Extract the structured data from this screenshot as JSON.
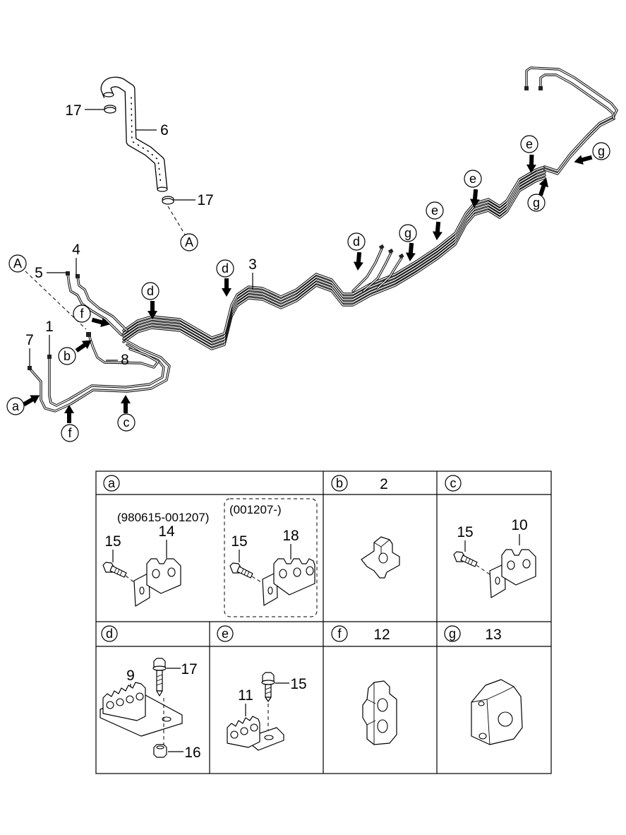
{
  "colors": {
    "ink": "#000000",
    "paper": "#ffffff"
  },
  "main_view": {
    "hose_part": "6",
    "clamp_parts": [
      "17",
      "17"
    ],
    "connector_refs": [
      "A",
      "A"
    ],
    "line_parts": {
      "line_5": "5",
      "line_4": "4",
      "line_7": "7",
      "line_1": "1",
      "line_8": "8",
      "line_3": "3"
    },
    "clip_callouts": [
      "d",
      "f",
      "b",
      "a",
      "f",
      "c",
      "d",
      "d",
      "g",
      "e",
      "e",
      "e",
      "g",
      "g"
    ]
  },
  "detail_table": {
    "a": {
      "letter": "a",
      "old_range": "(980615-001207)",
      "new_range": "(001207-)",
      "old_bolt": "15",
      "old_clip": "14",
      "new_bolt": "15",
      "new_clip": "18"
    },
    "b": {
      "letter": "b",
      "part": "2"
    },
    "c": {
      "letter": "c",
      "bolt": "15",
      "clip": "10"
    },
    "d": {
      "letter": "d",
      "clip": "9",
      "bolt": "17",
      "nut": "16"
    },
    "e": {
      "letter": "e",
      "clip": "11",
      "bolt": "15"
    },
    "f": {
      "letter": "f",
      "part": "12"
    },
    "g": {
      "letter": "g",
      "part": "13"
    }
  }
}
